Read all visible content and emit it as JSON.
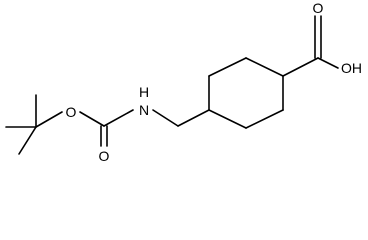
{
  "molecule": {
    "atom_labels": {
      "carbonyl_oxygen_boc": "O",
      "ester_oxygen": "O",
      "amide_nitrogen": "N",
      "amide_hydrogen": "H",
      "acid_carbonyl_oxygen": "O",
      "acid_hydroxyl": "OH"
    }
  }
}
